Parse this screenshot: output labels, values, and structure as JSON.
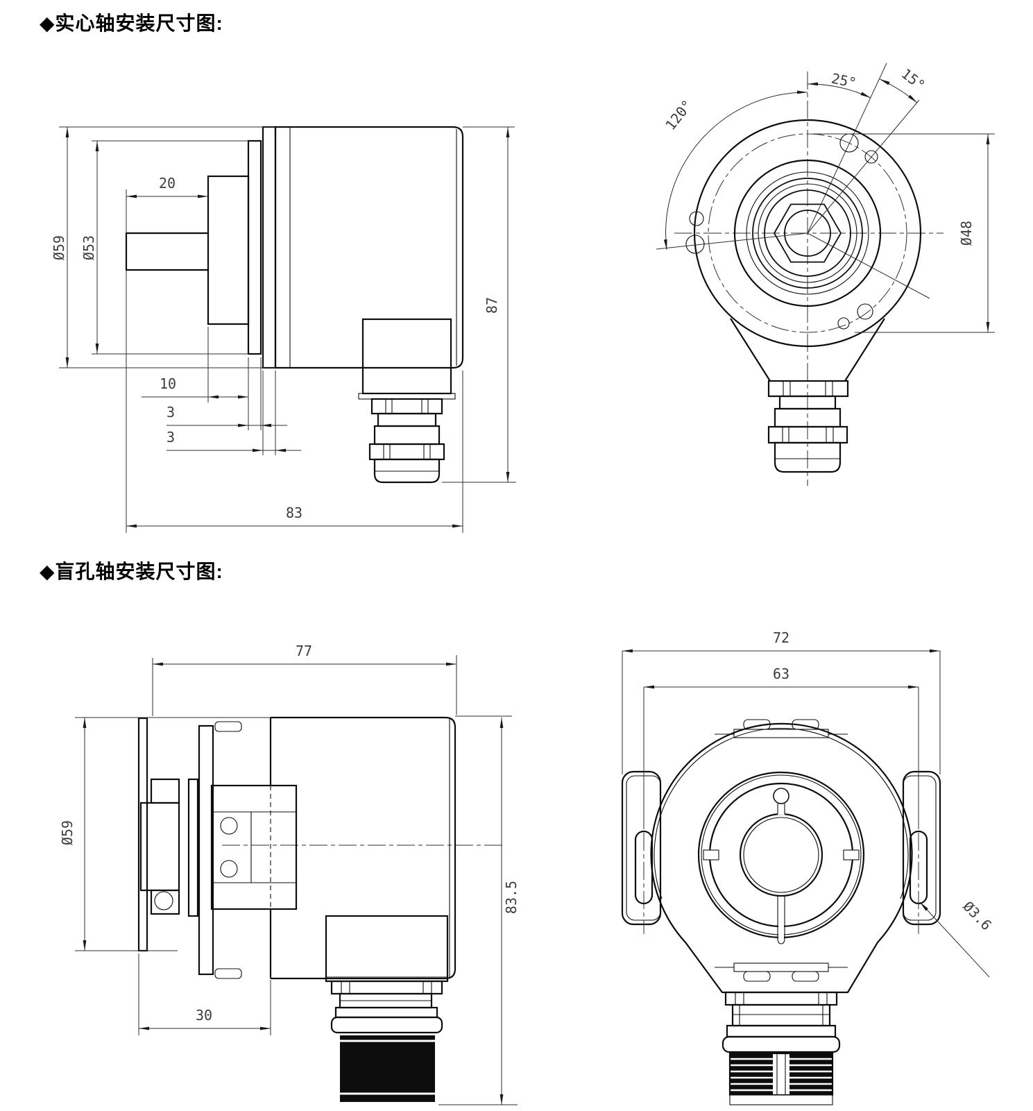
{
  "colors": {
    "background": "#ffffff",
    "object_line": "#0d0d0d",
    "dimension_line": "#2e2e2e",
    "dimension_text": "#3c3c3c",
    "title_text": "#000000",
    "connector_fill": "#0d0d0d"
  },
  "sections": {
    "solid_shaft": {
      "title": "◆实心轴安装尺寸图:"
    },
    "blind_hole": {
      "title": "◆盲孔轴安装尺寸图:"
    }
  },
  "solid_side_view": {
    "dims": {
      "shaft_length": "20",
      "outer_diameter": "Ø59",
      "flange_diameter": "Ø53",
      "pilot_length": "10",
      "plate_thickness_1": "3",
      "plate_thickness_2": "3",
      "total_length": "83",
      "total_height": "87"
    }
  },
  "solid_front_view": {
    "dims": {
      "hole_angle_1": "25°",
      "hole_angle_2": "15°",
      "hole_angle_3": "120°",
      "bolt_circle_diameter": "Ø48"
    }
  },
  "blind_side_view": {
    "dims": {
      "body_length": "77",
      "outer_diameter": "Ø59",
      "hub_length": "30",
      "total_height": "83.5"
    }
  },
  "blind_front_view": {
    "dims": {
      "overall_width": "72",
      "mounting_slot_span": "63",
      "slot_hole_diameter": "Ø3.6"
    }
  }
}
